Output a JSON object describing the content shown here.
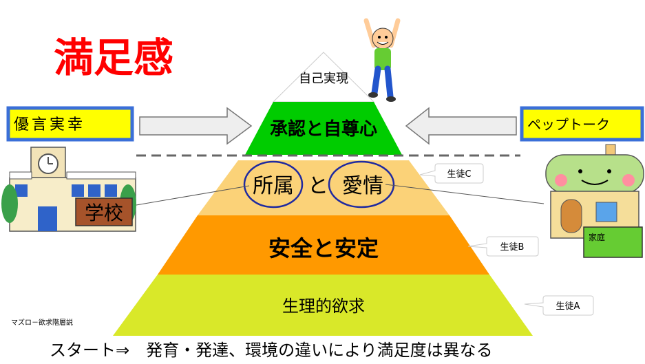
{
  "title": "満足感",
  "levels": {
    "self_actualization": "自己実現",
    "esteem": "承認と自尊心",
    "belonging_1": "所属",
    "belonging_conj": "と",
    "belonging_2": "愛情",
    "safety": "安全と安定",
    "physiological": "生理的欲求"
  },
  "left_box": "優言実幸",
  "right_box": "ペップトーク",
  "school_sign": "学校",
  "home_label": "家庭",
  "students": {
    "c": "生徒C",
    "b": "生徒B",
    "a": "生徒A"
  },
  "theory_label": "マズロ－欲求階層説",
  "footer": "スタート⇒　発育・発達、環境の違いにより満足度は異なる",
  "colors": {
    "title": "#ff0000",
    "top": "#ffffff",
    "esteem": "#00cc00",
    "belonging": "#fbd278",
    "safety": "#ff9900",
    "physiological": "#d9e829",
    "box_border": "#3a6fd8",
    "box_fill": "#ffff00",
    "circle": "#1f2aa0"
  }
}
